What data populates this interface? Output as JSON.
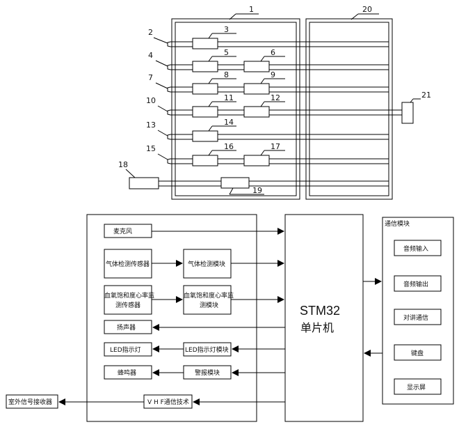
{
  "top": {
    "numbers": {
      "n1": "1",
      "n2": "2",
      "n3": "3",
      "n4": "4",
      "n5": "5",
      "n6": "6",
      "n7": "7",
      "n8": "8",
      "n9": "9",
      "n10": "10",
      "n11": "11",
      "n12": "12",
      "n13": "13",
      "n14": "14",
      "n15": "15",
      "n16": "16",
      "n17": "17",
      "n18": "18",
      "n19": "19",
      "n20": "20",
      "n21": "21"
    }
  },
  "block": {
    "mic": "麦克风",
    "gas_sensor": "气体检测传感器",
    "gas_module": "气体检测模块",
    "spo2_sensor_l1": "血氧饱和度心率监",
    "spo2_sensor_l2": "测传感器",
    "spo2_module_l1": "血氧饱和度心率监",
    "spo2_module_l2": "测模块",
    "speaker": "扬声器",
    "led": "LED指示灯",
    "led_module": "LED指示灯模块",
    "buzzer": "蜂鸣器",
    "alarm_module": "警报模块",
    "vhf": "V H F通信技术",
    "receiver": "室外信号接收器",
    "mcu_l1": "STM32",
    "mcu_l2": "单片机",
    "comm_title": "通信模块",
    "comm_items": [
      "音频输入",
      "音频输出",
      "对讲通信",
      "键盘",
      "显示屏"
    ]
  }
}
